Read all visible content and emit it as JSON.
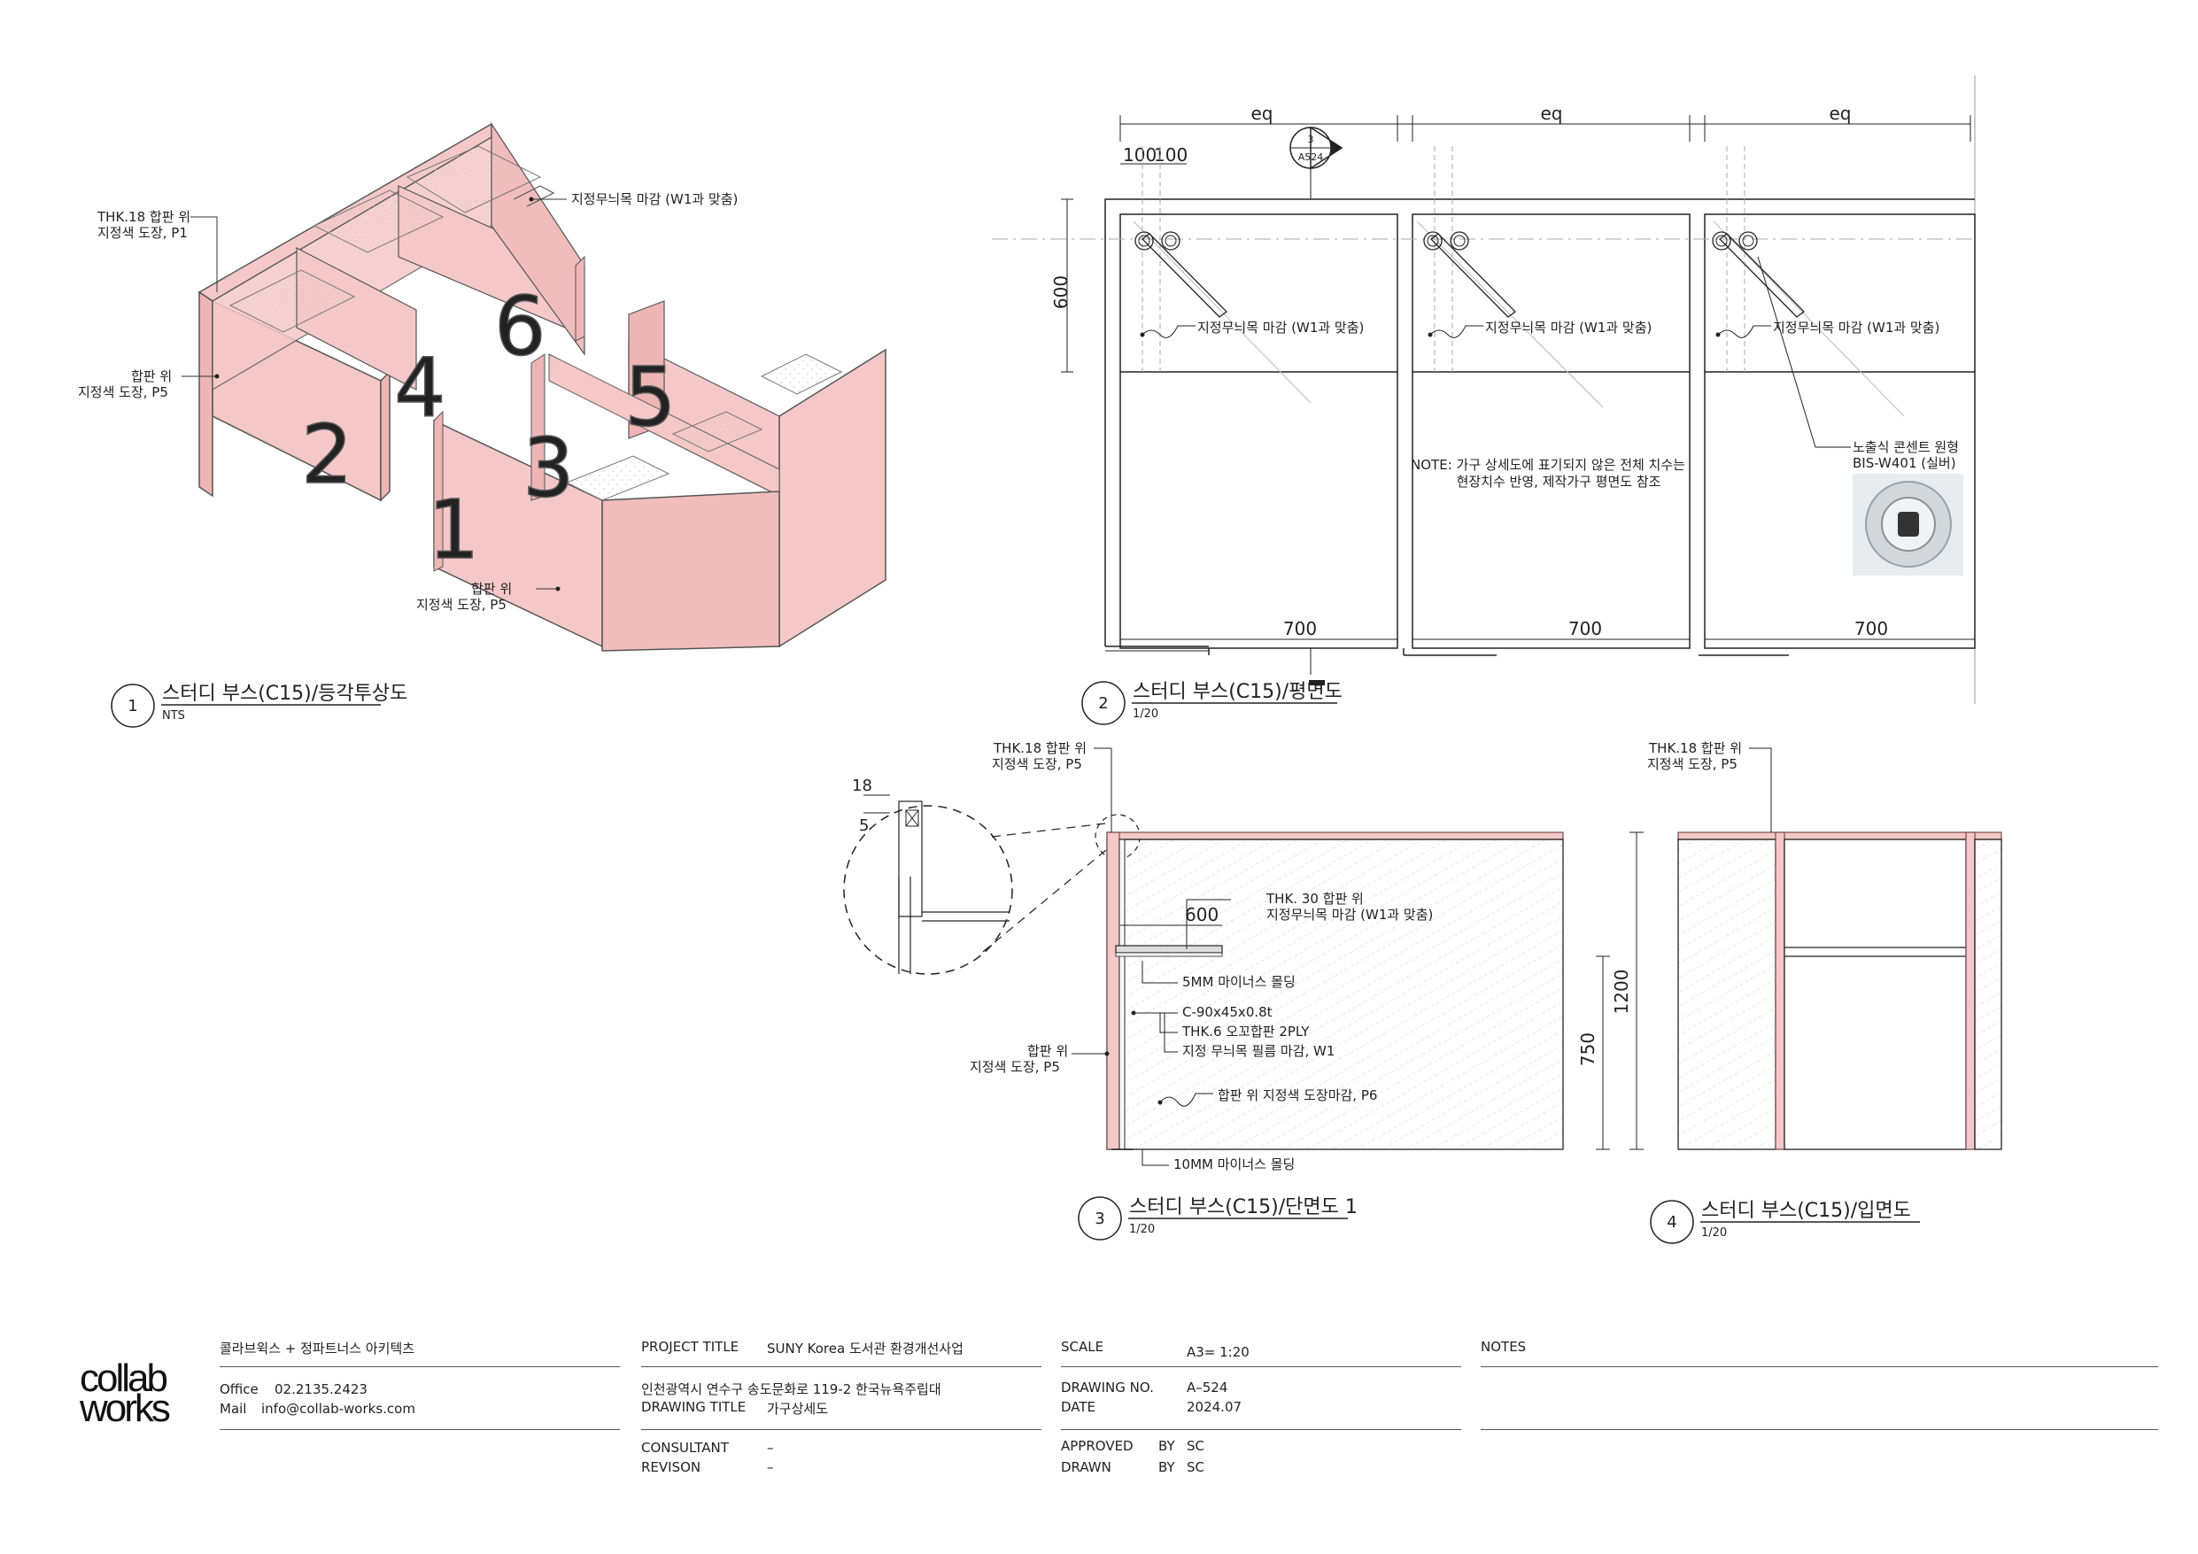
{
  "iso": {
    "labels": {
      "thk_line1": "THK.18 합판 위",
      "thk_line2": "지정색 도장, P1",
      "finish_top": "지정무늬목 마감 (W1과 맞춤)",
      "left_line1": "합판 위",
      "left_line2": "지정색 도장, P5",
      "bottom_line1": "합판 위",
      "bottom_line2": "지정색 도장, P5"
    },
    "booth_numbers": [
      "1",
      "2",
      "3",
      "4",
      "5",
      "6"
    ],
    "title": {
      "number": "1",
      "text": "스터디 부스(C15)/등각투상도",
      "scale": "NTS"
    }
  },
  "plan": {
    "dims": {
      "eq1": "eq",
      "eq2": "eq",
      "eq3": "eq",
      "d100a": "100",
      "d100b": "100",
      "d600": "600",
      "d700a": "700",
      "d700b": "700",
      "d700c": "700"
    },
    "section_tag": {
      "num": "3",
      "sheet": "A524"
    },
    "finish_labels": [
      "지정무늬목 마감 (W1과 맞춤)",
      "지정무늬목 마감 (W1과 맞춤)",
      "지정무늬목 마감 (W1과 맞춤)"
    ],
    "note_line1": "NOTE: 가구 상세도에 표기되지 않은 전체 치수는",
    "note_line2": "현장치수 반영, 제작가구 평면도 참조",
    "outlet_line1": "노출식 콘센트 원형",
    "outlet_line2": "BIS-W401 (실버)",
    "title": {
      "number": "2",
      "text": "스터디 부스(C15)/평면도",
      "scale": "1/20"
    }
  },
  "section": {
    "top_line1": "THK.18 합판 위",
    "top_line2": "지정색 도장, P5",
    "detail_18": "18",
    "detail_5": "5",
    "shelf_line1": "THK. 30 합판 위",
    "shelf_line2": "지정무늬목 마감 (W1과 맞춤)",
    "d600": "600",
    "molding5": "5MM 마이너스 몰딩",
    "c_channel": "C-90x45x0.8t",
    "thk6": "THK.6 오꼬합판 2PLY",
    "film": "지정 무늬목 필름 마감, W1",
    "side_line1": "합판 위",
    "side_line2": "지정색 도장, P5",
    "paint_p6": "합판 위 지정색 도장마감, P6",
    "molding10": "10MM 마이너스 몰딩",
    "d1200": "1200",
    "d750": "750",
    "title": {
      "number": "3",
      "text": "스터디 부스(C15)/단면도 1",
      "scale": "1/20"
    }
  },
  "elevation": {
    "top_line1": "THK.18 합판 위",
    "top_line2": "지정색 도장, P5",
    "title": {
      "number": "4",
      "text": "스터디 부스(C15)/입면도",
      "scale": "1/20"
    }
  },
  "titleblock": {
    "logo_line1": "collab",
    "logo_line2": "works",
    "company": "콜라브윅스 + 정파트너스 아키텍츠",
    "office_label": "Office",
    "office_value": "02.2135.2423",
    "mail_label": "Mail",
    "mail_value": "info@collab-works.com",
    "project_label": "PROJECT TITLE",
    "project_value": "SUNY Korea 도서관 환경개선사업",
    "address": "인천광역시 연수구 송도문화로 119-2 한국뉴욕주립대",
    "drawing_title_label": "DRAWING TITLE",
    "drawing_title_value": "가구상세도",
    "consultant_label": "CONSULTANT",
    "consultant_value": "–",
    "revision_label": "REVISON",
    "revision_value": "–",
    "scale_label": "SCALE",
    "scale_value": "A3= 1:20",
    "drawing_no_label": "DRAWING NO.",
    "drawing_no_value": "A–524",
    "date_label": "DATE",
    "date_value": "2024.07",
    "approved_label": "APPROVED",
    "approved_by": "BY",
    "approved_value": "SC",
    "drawn_label": "DRAWN",
    "drawn_by": "BY",
    "drawn_value": "SC",
    "notes_label": "NOTES"
  },
  "colors": {
    "pink_fill": "#f5c8c8",
    "pink_edge": "#c98a8a",
    "line": "#222222",
    "hatch": "#bdbdbd"
  }
}
